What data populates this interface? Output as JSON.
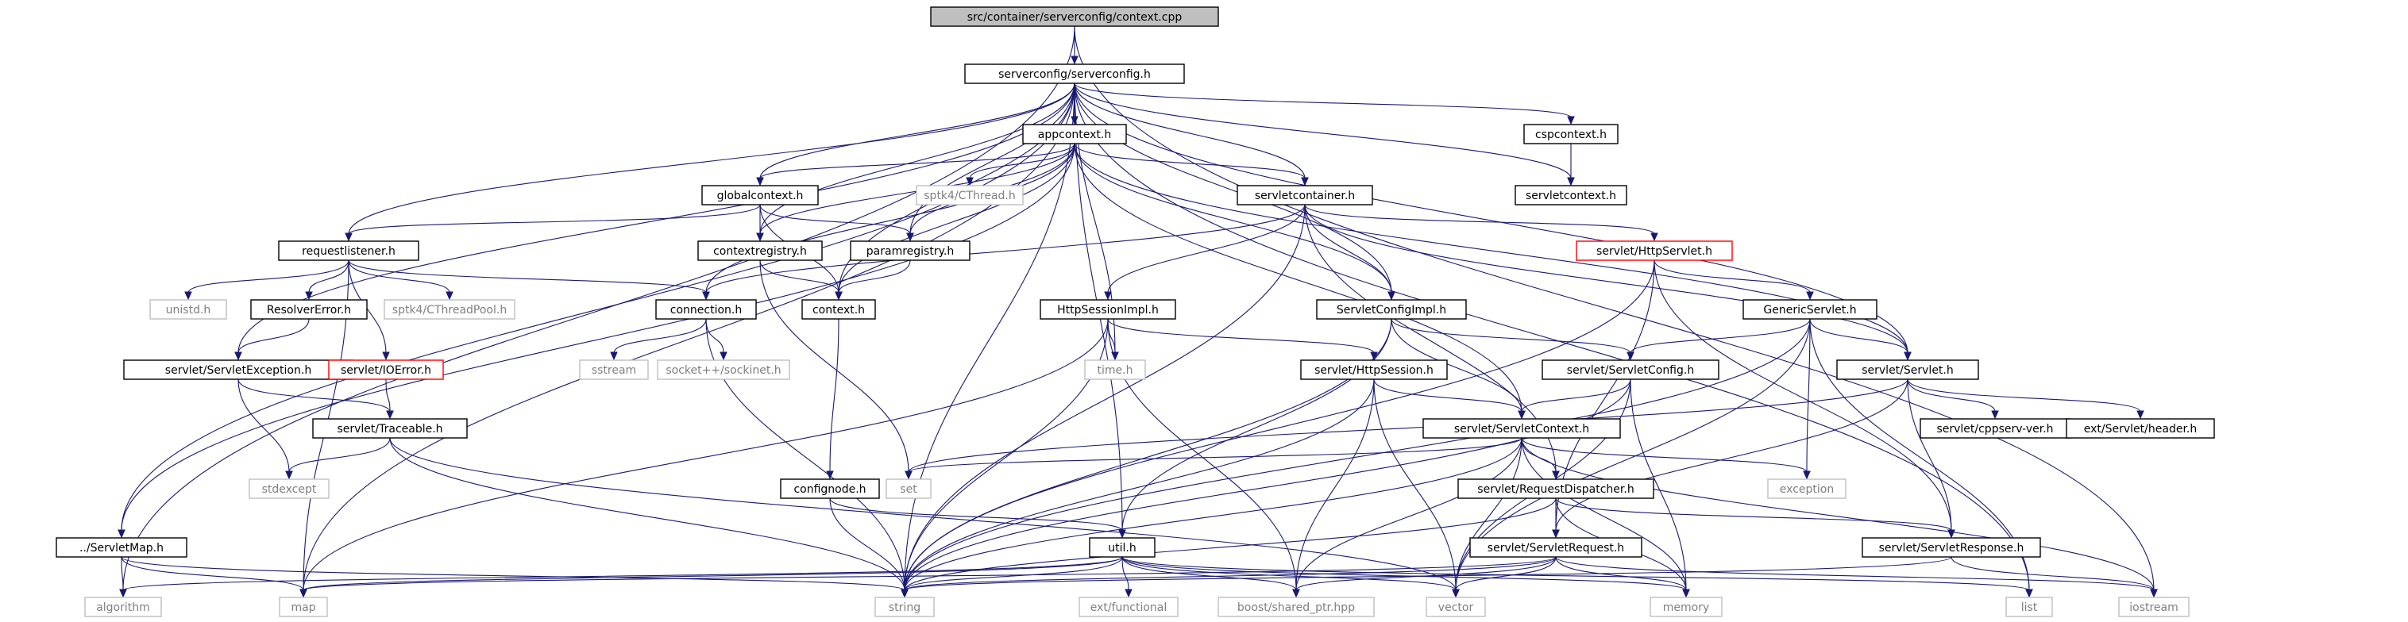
{
  "colors": {
    "edge": "#191970",
    "root_fill": "#bfbfbf",
    "normal_border": "#000000",
    "missing_border": "#bfbfbf",
    "missing_text": "#7f7f7f",
    "error_border": "#ff0000",
    "text": "#000000"
  },
  "nodes": [
    {
      "id": "context_cpp",
      "label": "src/container/serverconfig/context.cpp",
      "kind": "root"
    },
    {
      "id": "serverconfig_h",
      "label": "serverconfig/serverconfig.h",
      "kind": "normal"
    },
    {
      "id": "appcontext_h",
      "label": "appcontext.h",
      "kind": "normal"
    },
    {
      "id": "cspcontext_h",
      "label": "cspcontext.h",
      "kind": "normal"
    },
    {
      "id": "servletcontext_h",
      "label": "servletcontext.h",
      "kind": "normal"
    },
    {
      "id": "globalcontext_h",
      "label": "globalcontext.h",
      "kind": "normal"
    },
    {
      "id": "cthread_h",
      "label": "sptk4/CThread.h",
      "kind": "missing"
    },
    {
      "id": "servletcontainer_h",
      "label": "servletcontainer.h",
      "kind": "normal"
    },
    {
      "id": "requestlistener_h",
      "label": "requestlistener.h",
      "kind": "normal"
    },
    {
      "id": "contextregistry_h",
      "label": "contextregistry.h",
      "kind": "normal"
    },
    {
      "id": "paramregistry_h",
      "label": "paramregistry.h",
      "kind": "normal"
    },
    {
      "id": "httpservlet_h",
      "label": "servlet/HttpServlet.h",
      "kind": "error"
    },
    {
      "id": "unistd_h",
      "label": "unistd.h",
      "kind": "missing"
    },
    {
      "id": "resolvererror_h",
      "label": "ResolverError.h",
      "kind": "normal"
    },
    {
      "id": "cthreadpool_h",
      "label": "sptk4/CThreadPool.h",
      "kind": "missing"
    },
    {
      "id": "connection_h",
      "label": "connection.h",
      "kind": "normal"
    },
    {
      "id": "context_h",
      "label": "context.h",
      "kind": "normal"
    },
    {
      "id": "httpsessionimpl_h",
      "label": "HttpSessionImpl.h",
      "kind": "normal"
    },
    {
      "id": "servletconfigimpl_h",
      "label": "ServletConfigImpl.h",
      "kind": "normal"
    },
    {
      "id": "genericservlet_h",
      "label": "GenericServlet.h",
      "kind": "normal"
    },
    {
      "id": "servletexception_h",
      "label": "servlet/ServletException.h",
      "kind": "normal"
    },
    {
      "id": "ioerror_h",
      "label": "servlet/IOError.h",
      "kind": "error"
    },
    {
      "id": "sstream",
      "label": "sstream",
      "kind": "missing"
    },
    {
      "id": "sockinet_h",
      "label": "socket++/sockinet.h",
      "kind": "missing"
    },
    {
      "id": "time_h",
      "label": "time.h",
      "kind": "missing"
    },
    {
      "id": "httpsession_h",
      "label": "servlet/HttpSession.h",
      "kind": "normal"
    },
    {
      "id": "servletconfig_h",
      "label": "servlet/ServletConfig.h",
      "kind": "normal"
    },
    {
      "id": "servlet_h",
      "label": "servlet/Servlet.h",
      "kind": "normal"
    },
    {
      "id": "traceable_h",
      "label": "servlet/Traceable.h",
      "kind": "normal"
    },
    {
      "id": "servletcontext2_h",
      "label": "servlet/ServletContext.h",
      "kind": "normal"
    },
    {
      "id": "cppserv_ver_h",
      "label": "servlet/cppserv-ver.h",
      "kind": "normal"
    },
    {
      "id": "header_h",
      "label": "ext/Servlet/header.h",
      "kind": "normal"
    },
    {
      "id": "stdexcept",
      "label": "stdexcept",
      "kind": "missing"
    },
    {
      "id": "set",
      "label": "set",
      "kind": "missing"
    },
    {
      "id": "exception",
      "label": "exception",
      "kind": "missing"
    },
    {
      "id": "confignode_h",
      "label": "confignode.h",
      "kind": "normal"
    },
    {
      "id": "requestdispatcher_h",
      "label": "servlet/RequestDispatcher.h",
      "kind": "normal"
    },
    {
      "id": "servletmap_h",
      "label": "../ServletMap.h",
      "kind": "normal"
    },
    {
      "id": "util_h",
      "label": "util.h",
      "kind": "normal"
    },
    {
      "id": "servletrequest_h",
      "label": "servlet/ServletRequest.h",
      "kind": "normal"
    },
    {
      "id": "servletresponse_h",
      "label": "servlet/ServletResponse.h",
      "kind": "normal"
    },
    {
      "id": "algorithm",
      "label": "algorithm",
      "kind": "missing"
    },
    {
      "id": "map",
      "label": "map",
      "kind": "missing"
    },
    {
      "id": "string",
      "label": "string",
      "kind": "missing"
    },
    {
      "id": "functional",
      "label": "ext/functional",
      "kind": "missing"
    },
    {
      "id": "shared_ptr",
      "label": "boost/shared_ptr.hpp",
      "kind": "missing"
    },
    {
      "id": "vector",
      "label": "vector",
      "kind": "missing"
    },
    {
      "id": "memory",
      "label": "memory",
      "kind": "missing"
    },
    {
      "id": "list",
      "label": "list",
      "kind": "missing"
    },
    {
      "id": "iostream",
      "label": "iostream",
      "kind": "missing"
    }
  ],
  "edges": [
    [
      "context_cpp",
      "serverconfig_h"
    ],
    [
      "context_cpp",
      "algorithm"
    ],
    [
      "context_cpp",
      "iostream"
    ],
    [
      "serverconfig_h",
      "appcontext_h"
    ],
    [
      "serverconfig_h",
      "cspcontext_h"
    ],
    [
      "serverconfig_h",
      "servletcontext_h"
    ],
    [
      "serverconfig_h",
      "globalcontext_h"
    ],
    [
      "serverconfig_h",
      "servletcontainer_h"
    ],
    [
      "serverconfig_h",
      "requestlistener_h"
    ],
    [
      "serverconfig_h",
      "contextregistry_h"
    ],
    [
      "serverconfig_h",
      "paramregistry_h"
    ],
    [
      "serverconfig_h",
      "context_h"
    ],
    [
      "serverconfig_h",
      "servletconfigimpl_h"
    ],
    [
      "serverconfig_h",
      "servlet_h"
    ],
    [
      "serverconfig_h",
      "servletexception_h"
    ],
    [
      "serverconfig_h",
      "time_h"
    ],
    [
      "serverconfig_h",
      "util_h"
    ],
    [
      "serverconfig_h",
      "servletmap_h"
    ],
    [
      "serverconfig_h",
      "map"
    ],
    [
      "serverconfig_h",
      "string"
    ],
    [
      "serverconfig_h",
      "list"
    ],
    [
      "appcontext_h",
      "globalcontext_h"
    ],
    [
      "appcontext_h",
      "cthread_h"
    ],
    [
      "appcontext_h",
      "servletcontainer_h"
    ],
    [
      "appcontext_h",
      "contextregistry_h"
    ],
    [
      "appcontext_h",
      "paramregistry_h"
    ],
    [
      "appcontext_h",
      "context_h"
    ],
    [
      "appcontext_h",
      "servletconfigimpl_h"
    ],
    [
      "appcontext_h",
      "servlet_h"
    ],
    [
      "appcontext_h",
      "servletcontext2_h"
    ],
    [
      "appcontext_h",
      "connection_h"
    ],
    [
      "appcontext_h",
      "servletmap_h"
    ],
    [
      "cspcontext_h",
      "servletcontext_h"
    ],
    [
      "globalcontext_h",
      "requestlistener_h"
    ],
    [
      "globalcontext_h",
      "contextregistry_h"
    ],
    [
      "globalcontext_h",
      "paramregistry_h"
    ],
    [
      "globalcontext_h",
      "context_h"
    ],
    [
      "servletcontainer_h",
      "httpservlet_h"
    ],
    [
      "servletcontainer_h",
      "connection_h"
    ],
    [
      "servletcontainer_h",
      "httpsessionimpl_h"
    ],
    [
      "servletcontainer_h",
      "servletconfigimpl_h"
    ],
    [
      "servletcontainer_h",
      "requestdispatcher_h"
    ],
    [
      "servletcontainer_h",
      "servlet_h"
    ],
    [
      "servletcontainer_h",
      "string"
    ],
    [
      "requestlistener_h",
      "unistd_h"
    ],
    [
      "requestlistener_h",
      "resolvererror_h"
    ],
    [
      "requestlistener_h",
      "cthreadpool_h"
    ],
    [
      "requestlistener_h",
      "connection_h"
    ],
    [
      "requestlistener_h",
      "ioerror_h"
    ],
    [
      "requestlistener_h",
      "map"
    ],
    [
      "contextregistry_h",
      "context_h"
    ],
    [
      "contextregistry_h",
      "set"
    ],
    [
      "paramregistry_h",
      "context_h"
    ],
    [
      "httpservlet_h",
      "genericservlet_h"
    ],
    [
      "httpservlet_h",
      "servletrequest_h"
    ],
    [
      "httpservlet_h",
      "servletresponse_h"
    ],
    [
      "httpservlet_h",
      "string"
    ],
    [
      "resolvererror_h",
      "servletexception_h"
    ],
    [
      "connection_h",
      "sstream"
    ],
    [
      "connection_h",
      "sockinet_h"
    ],
    [
      "connection_h",
      "string"
    ],
    [
      "context_h",
      "confignode_h"
    ],
    [
      "httpsessionimpl_h",
      "time_h"
    ],
    [
      "httpsessionimpl_h",
      "httpsession_h"
    ],
    [
      "httpsessionimpl_h",
      "shared_ptr"
    ],
    [
      "httpsessionimpl_h",
      "string"
    ],
    [
      "httpsessionimpl_h",
      "map"
    ],
    [
      "servletconfigimpl_h",
      "servletconfig_h"
    ],
    [
      "servletconfigimpl_h",
      "servletcontext2_h"
    ],
    [
      "servletconfigimpl_h",
      "util_h"
    ],
    [
      "servletconfigimpl_h",
      "string"
    ],
    [
      "genericservlet_h",
      "servletconfig_h"
    ],
    [
      "genericservlet_h",
      "servlet_h"
    ],
    [
      "genericservlet_h",
      "exception"
    ],
    [
      "genericservlet_h",
      "string"
    ],
    [
      "genericservlet_h",
      "vector"
    ],
    [
      "genericservlet_h",
      "list"
    ],
    [
      "servletexception_h",
      "traceable_h"
    ],
    [
      "servletexception_h",
      "stdexcept"
    ],
    [
      "ioerror_h",
      "traceable_h"
    ],
    [
      "httpsession_h",
      "servletcontext2_h"
    ],
    [
      "httpsession_h",
      "vector"
    ],
    [
      "httpsession_h",
      "shared_ptr"
    ],
    [
      "httpsession_h",
      "string"
    ],
    [
      "servletconfig_h",
      "servletcontext2_h"
    ],
    [
      "servletconfig_h",
      "vector"
    ],
    [
      "servletconfig_h",
      "string"
    ],
    [
      "servletconfig_h",
      "memory"
    ],
    [
      "servlet_h",
      "cppserv_ver_h"
    ],
    [
      "servlet_h",
      "header_h"
    ],
    [
      "servlet_h",
      "servletrequest_h"
    ],
    [
      "servlet_h",
      "servletresponse_h"
    ],
    [
      "servlet_h",
      "set"
    ],
    [
      "traceable_h",
      "stdexcept"
    ],
    [
      "traceable_h",
      "string"
    ],
    [
      "traceable_h",
      "vector"
    ],
    [
      "servletcontext2_h",
      "set"
    ],
    [
      "servletcontext2_h",
      "exception"
    ],
    [
      "servletcontext2_h",
      "requestdispatcher_h"
    ],
    [
      "servletcontext2_h",
      "memory"
    ],
    [
      "servletcontext2_h",
      "vector"
    ],
    [
      "servletcontext2_h",
      "iostream"
    ],
    [
      "servletcontext2_h",
      "shared_ptr"
    ],
    [
      "servletcontext2_h",
      "string"
    ],
    [
      "confignode_h",
      "util_h"
    ],
    [
      "confignode_h",
      "string"
    ],
    [
      "requestdispatcher_h",
      "servletrequest_h"
    ],
    [
      "requestdispatcher_h",
      "servletresponse_h"
    ],
    [
      "requestdispatcher_h",
      "string"
    ],
    [
      "requestdispatcher_h",
      "memory"
    ],
    [
      "servletmap_h",
      "algorithm"
    ],
    [
      "servletmap_h",
      "map"
    ],
    [
      "servletmap_h",
      "string"
    ],
    [
      "util_h",
      "string"
    ],
    [
      "util_h",
      "functional"
    ],
    [
      "util_h",
      "shared_ptr"
    ],
    [
      "util_h",
      "vector"
    ],
    [
      "util_h",
      "memory"
    ],
    [
      "util_h",
      "list"
    ],
    [
      "util_h",
      "map"
    ],
    [
      "util_h",
      "algorithm"
    ],
    [
      "servletrequest_h",
      "shared_ptr"
    ],
    [
      "servletrequest_h",
      "vector"
    ],
    [
      "servletrequest_h",
      "memory"
    ],
    [
      "servletrequest_h",
      "string"
    ],
    [
      "servletrequest_h",
      "map"
    ],
    [
      "servletrequest_h",
      "iostream"
    ],
    [
      "servletresponse_h",
      "iostream"
    ],
    [
      "servletresponse_h",
      "string"
    ]
  ]
}
